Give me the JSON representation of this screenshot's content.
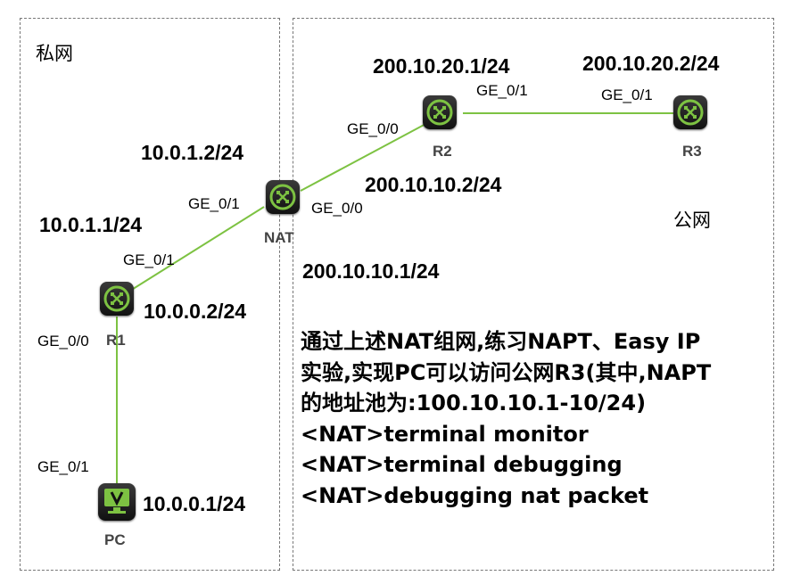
{
  "zones": {
    "private_label": "私网",
    "public_label": "公网"
  },
  "colors": {
    "link": "#7dc242",
    "device_accent": "#7dc242",
    "device_body": "#1e1e1e"
  },
  "devices": {
    "nat": {
      "name": "NAT",
      "icon": "router-icon"
    },
    "r1": {
      "name": "R1",
      "icon": "router-icon"
    },
    "r2": {
      "name": "R2",
      "icon": "router-icon"
    },
    "r3": {
      "name": "R3",
      "icon": "router-icon"
    },
    "pc": {
      "name": "PC",
      "icon": "pc-monitor-icon"
    }
  },
  "ips": {
    "r2_ge01": "200.10.20.1/24",
    "r3_ge01": "200.10.20.2/24",
    "nat_ge01": "10.0.1.2/24",
    "r2_ge00": "200.10.10.2/24",
    "r1_ge01": "10.0.1.1/24",
    "nat_ge00": "200.10.10.1/24",
    "r1_ge00": "10.0.0.2/24",
    "pc": "10.0.0.1/24"
  },
  "ports": {
    "r2_ge01": "GE_0/1",
    "r3_ge01": "GE_0/1",
    "r2_ge00": "GE_0/0",
    "nat_ge01": "GE_0/1",
    "nat_ge00": "GE_0/0",
    "r1_ge01": "GE_0/1",
    "r1_ge00": "GE_0/0",
    "pc_ge01": "GE_0/1"
  },
  "instructions": [
    "通过上述NAT组网,练习NAPT、Easy IP",
    "实验,实现PC可以访问公网R3(其中,NAPT",
    "的地址池为:100.10.10.1-10/24)",
    "<NAT>terminal monitor",
    "<NAT>terminal debugging",
    "<NAT>debugging nat packet"
  ]
}
